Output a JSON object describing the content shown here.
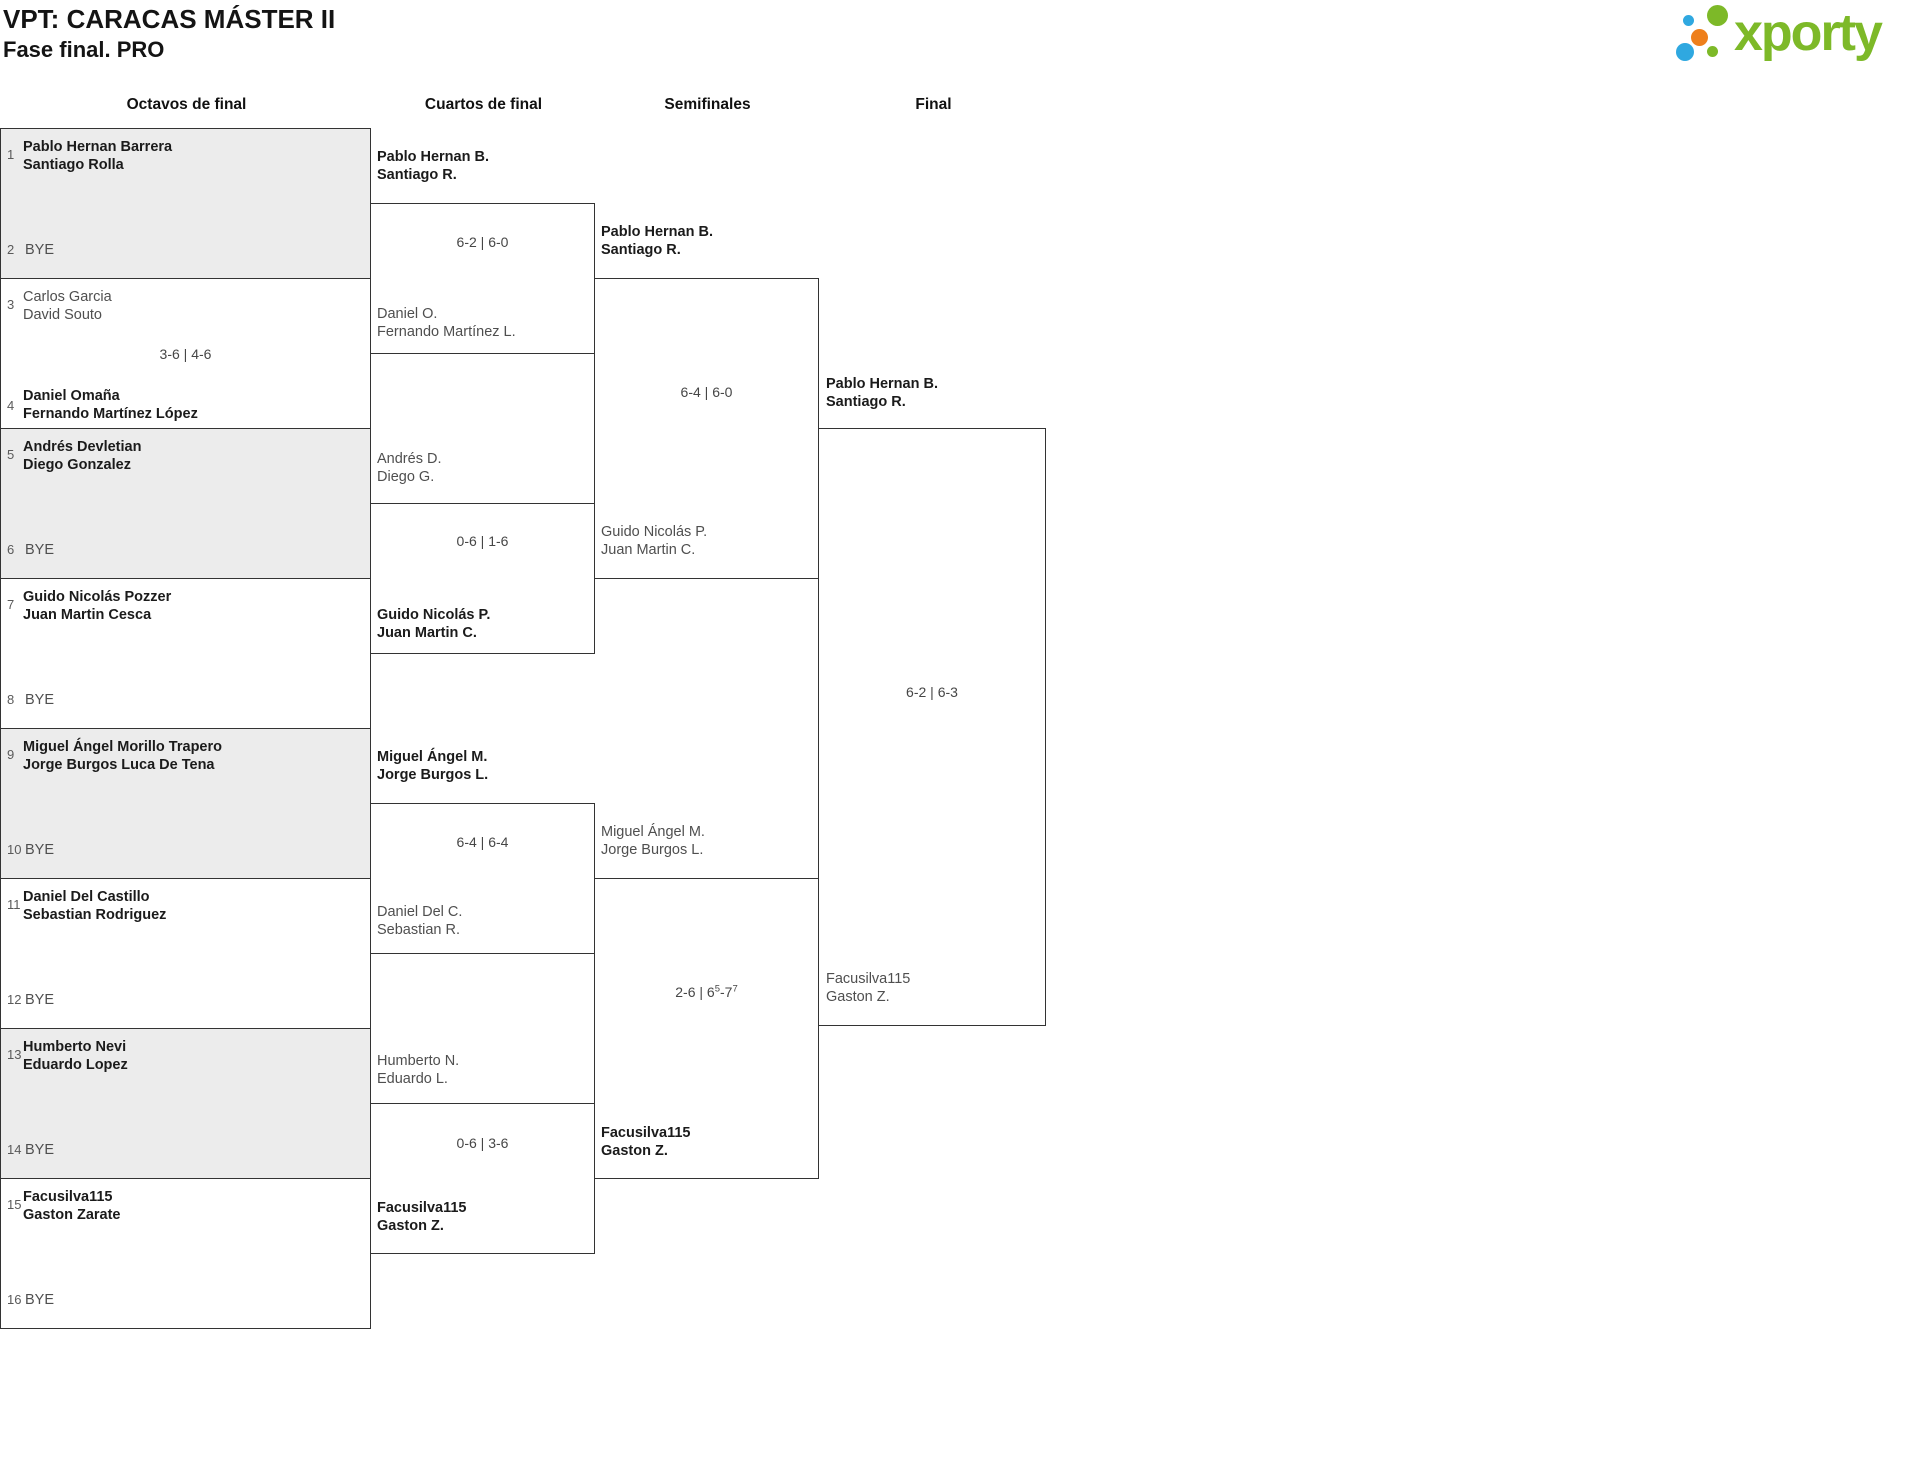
{
  "page": {
    "title": "VPT: CARACAS MÁSTER II",
    "subtitle": "Fase final. PRO"
  },
  "logo": {
    "text": "xporty"
  },
  "colors": {
    "brand_green": "#7db928",
    "brand_blue": "#2fa8e0",
    "brand_orange": "#ee7f1b",
    "shaded_box": "#ececec",
    "line": "#333333",
    "winner_text": "#1b1b1b",
    "muted_text": "#4f4f4f"
  },
  "rounds": [
    {
      "label": "Octavos de final"
    },
    {
      "label": "Cuartos de final"
    },
    {
      "label": "Semifinales"
    },
    {
      "label": "Final"
    }
  ],
  "bracket": {
    "octavos": {
      "entries": [
        {
          "seed": "1",
          "line1": "Pablo Hernan Barrera",
          "line2": "Santiago Rolla",
          "winner": true
        },
        {
          "seed": "2",
          "line1": "BYE",
          "winner": false
        },
        {
          "seed": "3",
          "line1": "Carlos Garcia",
          "line2": "David Souto",
          "winner": false
        },
        {
          "seed": "4",
          "line1": "Daniel Omaña",
          "line2": "Fernando Martínez López",
          "winner": true
        },
        {
          "seed": "5",
          "line1": "Andrés Devletian",
          "line2": "Diego Gonzalez",
          "winner": true
        },
        {
          "seed": "6",
          "line1": "BYE",
          "winner": false
        },
        {
          "seed": "7",
          "line1": "Guido Nicolás Pozzer",
          "line2": "Juan Martin Cesca",
          "winner": true
        },
        {
          "seed": "8",
          "line1": "BYE",
          "winner": false
        },
        {
          "seed": "9",
          "line1": "Miguel Ángel Morillo Trapero",
          "line2": "Jorge Burgos Luca De Tena",
          "winner": true
        },
        {
          "seed": "10",
          "line1": "BYE",
          "winner": false
        },
        {
          "seed": "11",
          "line1": "Daniel Del Castillo",
          "line2": "Sebastian Rodriguez",
          "winner": true
        },
        {
          "seed": "12",
          "line1": "BYE",
          "winner": false
        },
        {
          "seed": "13",
          "line1": "Humberto Nevi",
          "line2": "Eduardo Lopez",
          "winner": true
        },
        {
          "seed": "14",
          "line1": "BYE",
          "winner": false
        },
        {
          "seed": "15",
          "line1": "Facusilva115",
          "line2": "Gaston Zarate",
          "winner": true
        },
        {
          "seed": "16",
          "line1": "BYE",
          "winner": false
        }
      ],
      "match_scores": [
        "",
        "3-6 | 4-6",
        "",
        "",
        "",
        "",
        "",
        ""
      ]
    },
    "cuartos": [
      {
        "top": {
          "line1": "Pablo Hernan B.",
          "line2": "Santiago R.",
          "winner": true
        },
        "bottom": {
          "line1": "Daniel O.",
          "line2": "Fernando Martínez L.",
          "winner": false
        },
        "score": "6-2 | 6-0"
      },
      {
        "top": {
          "line1": "Andrés D.",
          "line2": "Diego G.",
          "winner": false
        },
        "bottom": {
          "line1": "Guido Nicolás P.",
          "line2": "Juan Martin C.",
          "winner": true
        },
        "score": "0-6 | 1-6"
      },
      {
        "top": {
          "line1": "Miguel Ángel M.",
          "line2": "Jorge Burgos L.",
          "winner": true
        },
        "bottom": {
          "line1": "Daniel Del C.",
          "line2": "Sebastian R.",
          "winner": false
        },
        "score": "6-4 | 6-4"
      },
      {
        "top": {
          "line1": "Humberto N.",
          "line2": "Eduardo L.",
          "winner": false
        },
        "bottom": {
          "line1": "Facusilva115",
          "line2": "Gaston Z.",
          "winner": true
        },
        "score": "0-6 | 3-6"
      }
    ],
    "semifinales": [
      {
        "top": {
          "line1": "Pablo Hernan B.",
          "line2": "Santiago R.",
          "winner": true
        },
        "bottom": {
          "line1": "Guido Nicolás P.",
          "line2": "Juan Martin C.",
          "winner": false
        },
        "score": "6-4 | 6-0"
      },
      {
        "top": {
          "line1": "Miguel Ángel M.",
          "line2": "Jorge Burgos L.",
          "winner": false
        },
        "bottom": {
          "line1": "Facusilva115",
          "line2": "Gaston Z.",
          "winner": true
        },
        "score": {
          "p1": "2-6 | 6",
          "sup1": "5",
          "p2": "-7",
          "sup2": "7"
        }
      }
    ],
    "final": {
      "top": {
        "line1": "Pablo Hernan B.",
        "line2": "Santiago R.",
        "winner": true
      },
      "bottom": {
        "line1": "Facusilva115",
        "line2": "Gaston Z.",
        "winner": false
      },
      "score": "6-2 | 6-3"
    }
  }
}
